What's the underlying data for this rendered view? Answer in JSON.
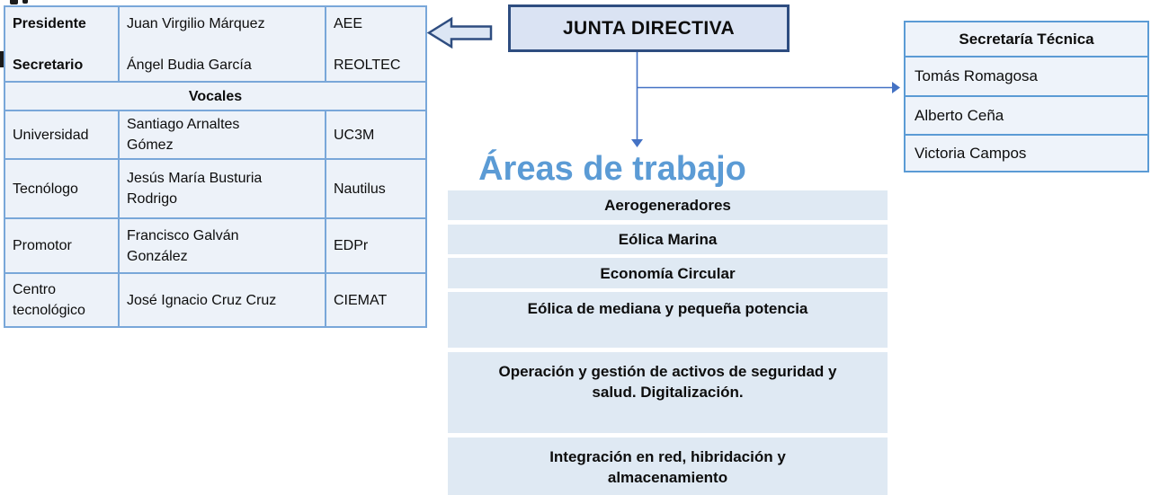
{
  "junta_box": {
    "label": "JUNTA DIRECTIVA"
  },
  "left_table": {
    "officers_row": {
      "roles": "Presidente\n\nSecretario",
      "names": "Juan Virgilio Márquez\n\nÁngel Budia García",
      "orgs": "AEE\n\nREOLTEC"
    },
    "section_header": "Vocales",
    "vocales": [
      {
        "category": "Universidad",
        "name": "Santiago Arnaltes\nGómez",
        "org": "UC3M"
      },
      {
        "category": "Tecnólogo",
        "name": "Jesús María Busturia\nRodrigo",
        "org": "Nautilus"
      },
      {
        "category": "Promotor",
        "name": "Francisco Galván\nGonzález",
        "org": "EDPr"
      },
      {
        "category": "Centro\ntecnológico",
        "name": "José Ignacio Cruz Cruz",
        "org": "CIEMAT"
      }
    ]
  },
  "secretaria_table": {
    "header": "Secretaría Técnica",
    "members": [
      "Tomás Romagosa",
      "Alberto Ceña",
      "Victoria Campos"
    ]
  },
  "areas": {
    "title": "Áreas de trabajo",
    "items": [
      "Aerogeneradores",
      "Eólica Marina",
      "Economía Circular",
      "Eólica de mediana y pequeña potencia",
      "Operación y gestión de activos de seguridad y\nsalud. Digitalización.",
      "Integración en red, hibridación y\nalmacenamiento"
    ]
  },
  "colors": {
    "accent_blue": "#5b9bd5",
    "connector_blue": "#4472c4",
    "box_border_navy": "#2e4d80",
    "box_fill": "#dae3f3",
    "table_fill": "#edf2f9",
    "table_border": "#79a7d9",
    "band_fill": "#dfe9f3"
  }
}
